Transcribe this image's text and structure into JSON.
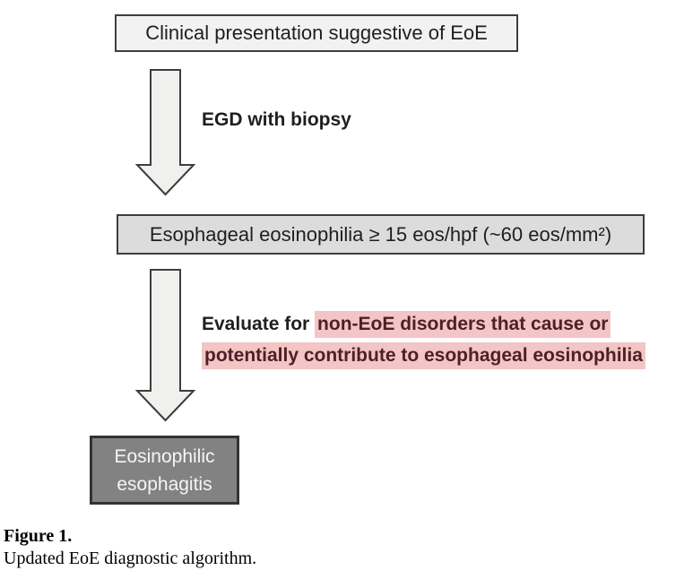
{
  "colors": {
    "box-border": "#3d3d3d",
    "top-box-fill": "#f2f2f2",
    "mid-box-fill": "#dcdcdc",
    "arrow-fill": "#f0f0ee",
    "result-box-fill": "#828282",
    "result-box-border": "#333333",
    "result-box-text": "#f5f5f5",
    "highlight-bg": "#f3c5c5",
    "highlight-text": "#4d2026",
    "text": "#1f1f1f"
  },
  "flowchart": {
    "top_box": "Clinical presentation suggestive of EoE",
    "arrow1_label": "EGD with biopsy",
    "middle_box": "Esophageal eosinophilia ≥ 15 eos/hpf (~60 eos/mm²)",
    "arrow2_label_plain": "Evaluate for ",
    "arrow2_label_highlight_line1": "non-EoE disorders that cause or",
    "arrow2_label_highlight_line2": "potentially contribute to esophageal eosinophilia",
    "bottom_box": "Eosinophilic\nesophagitis",
    "arrow_icon": "down-block-arrow"
  },
  "caption": {
    "label": "Figure 1.",
    "text": "Updated EoE diagnostic algorithm."
  }
}
